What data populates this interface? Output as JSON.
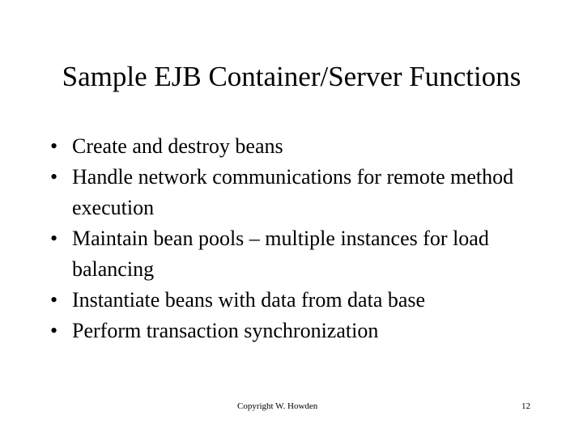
{
  "slide": {
    "title": "Sample EJB Container/Server Functions",
    "bullet_marker": "•",
    "bullets": [
      {
        "text": "Create and destroy beans"
      },
      {
        "text": "Handle network communications for remote method execution"
      },
      {
        "text": "Maintain bean pools – multiple instances for load balancing"
      },
      {
        "text": "Instantiate beans with data from data base"
      },
      {
        "text": "Perform transaction synchronization"
      }
    ],
    "footer": {
      "copyright": "Copyright W. Howden",
      "page_number": "12"
    },
    "colors": {
      "background": "#ffffff",
      "text": "#000000"
    }
  }
}
